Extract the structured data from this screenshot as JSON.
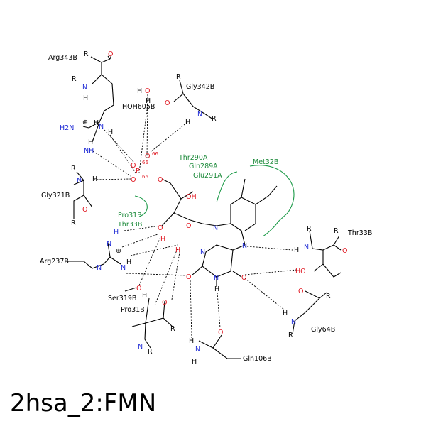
{
  "title": "2hsa_2:FMN",
  "residues": {
    "arg343b": "Arg343B",
    "gly342b": "Gly342B",
    "hoh605b": "HOH605B",
    "gly321b": "Gly321B",
    "thr290a": "Thr290A",
    "gln289a": "Gln289A",
    "glu291a": "Glu291A",
    "met32b": "Met32B",
    "pro31b_a": "Pro31B",
    "thr33b_a": "Thr33B",
    "arg237b": "Arg237B",
    "ser319b": "Ser319B",
    "pro31b_b": "Pro31B",
    "thr33b_b": "Thr33B",
    "gly64b": "Gly64B",
    "gln106b": "Gln106B"
  },
  "atoms": {
    "R": "R",
    "N": "N",
    "O": "O",
    "H": "H",
    "P": "P",
    "OH": "OH",
    "HO": "HO",
    "H2N": "H2N",
    "NH": "NH",
    "charge": "⊕",
    "dist": "66"
  },
  "colors": {
    "nitrogen": "#1f2bd6",
    "oxygen": "#e0141e",
    "hydrophobic": "#1c8a3a"
  }
}
